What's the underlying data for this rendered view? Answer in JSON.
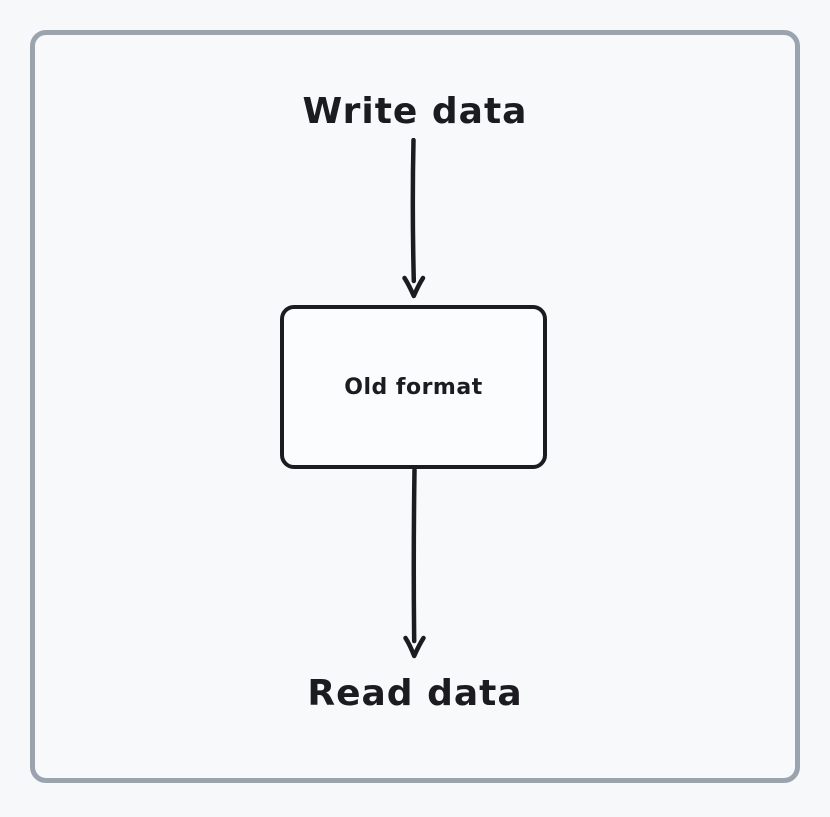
{
  "diagram": {
    "top_label": "Write data",
    "node": {
      "label": "Old format"
    },
    "bottom_label": "Read data",
    "flow": [
      "Write data",
      "Old format",
      "Read data"
    ]
  },
  "colors": {
    "background": "#f7f8fa",
    "frame_border": "#9aa3ae",
    "ink": "#1b1b20",
    "node_fill": "#fbfcfd"
  },
  "icons": {
    "arrow_write_to_node": "down-arrow",
    "arrow_node_to_read": "down-arrow"
  }
}
